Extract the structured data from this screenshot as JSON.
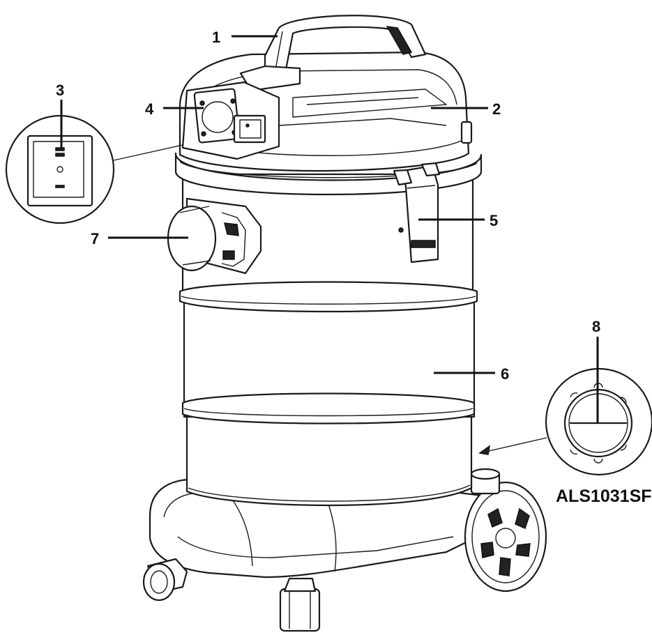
{
  "callouts": [
    {
      "id": "1",
      "label": "1"
    },
    {
      "id": "2",
      "label": "2"
    },
    {
      "id": "3",
      "label": "3"
    },
    {
      "id": "4",
      "label": "4"
    },
    {
      "id": "5",
      "label": "5"
    },
    {
      "id": "6",
      "label": "6"
    },
    {
      "id": "7",
      "label": "7"
    },
    {
      "id": "8",
      "label": "8"
    }
  ],
  "model_name": "ALS1031SF"
}
